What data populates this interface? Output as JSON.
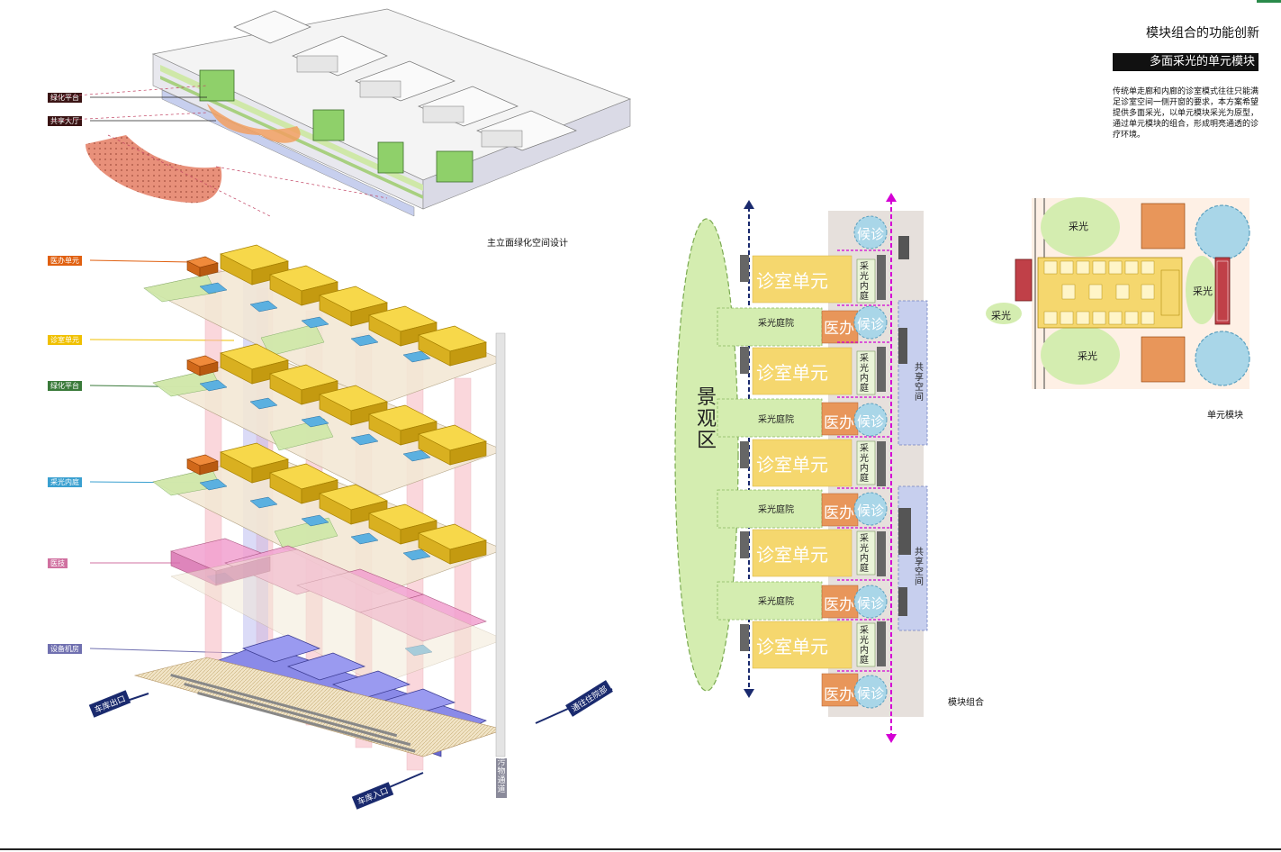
{
  "header": {
    "title": "模块组合的功能创新",
    "subtitle": "多面采光的单元模块",
    "description": "传统单走廊和内廊的诊室模式往往只能满足诊室空间一侧开窗的要求，本方案希望提供多面采光，以单元模块采光为原型，通过单元模块的组合，形成明亮通透的诊疗环境。"
  },
  "captions": {
    "elevation": "主立面绿化空间设计",
    "module_combo": "模块组合",
    "unit_module": "单元模块"
  },
  "elevation_labels": [
    "绿化平台",
    "共享大厅"
  ],
  "axon_labels": [
    {
      "text": "医办单元",
      "color": "#e06010"
    },
    {
      "text": "诊室单元",
      "color": "#f0c000"
    },
    {
      "text": "绿化平台",
      "color": "#3a7a3a"
    },
    {
      "text": "采光内庭",
      "color": "#3aa0d0"
    },
    {
      "text": "医技",
      "color": "#d070a0"
    },
    {
      "text": "设备机房",
      "color": "#7070b0"
    }
  ],
  "signs": {
    "car_exit": "车库出口",
    "car_entry": "车库入口",
    "to_residential": "通往住院部",
    "dirty_channel": "污物通道"
  },
  "plan": {
    "landscape": "景观区",
    "clinic_unit": "诊室单元",
    "light_court_small": "采光内庭",
    "light_yard": "采光庭院",
    "doctor_office": "医办",
    "waiting": "候诊",
    "shared_space": "共享空间"
  },
  "unit": {
    "daylight": "采光"
  },
  "colors": {
    "clinic": "#f5d76e",
    "doctor": "#e8965a",
    "waiting": "#a9d6e8",
    "yard": "#d4edb0",
    "shared": "#c7cfee",
    "magenta": "#d400d4",
    "navy": "#1a2a6e",
    "greenery": "#cfe8a8"
  }
}
